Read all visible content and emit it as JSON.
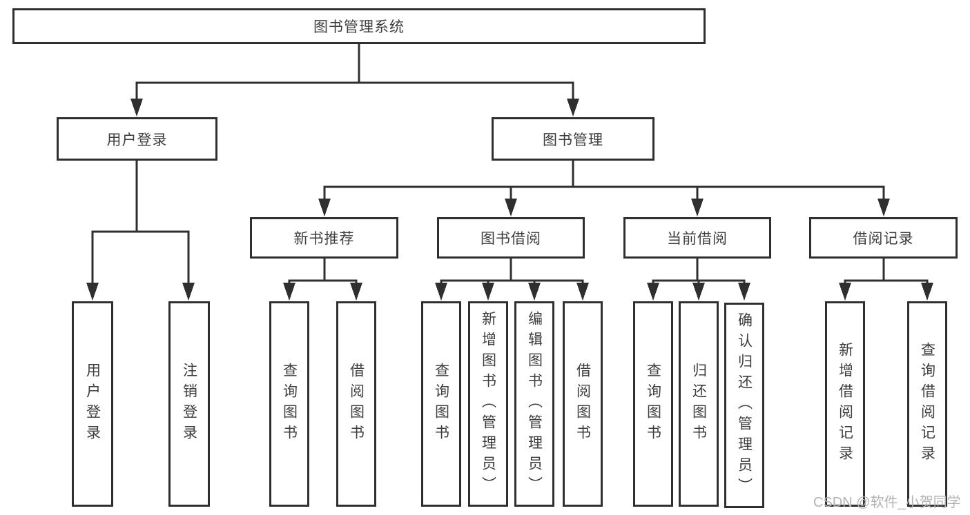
{
  "watermark": "CSDN @软件_小贺同学",
  "colors": {
    "line": "#2f2f2f",
    "box_border": "#2f2f2f",
    "text": "#3d3d3d",
    "watermark": "#b3b3b3",
    "background": "#ffffff"
  },
  "diagram": {
    "root": "图书管理系统",
    "branches": {
      "user_login": {
        "label": "用户登录",
        "children": {
          "login": "用户登录",
          "logout": "注销登录"
        }
      },
      "book_management": {
        "label": "图书管理",
        "sections": {
          "new_book_recommend": {
            "label": "新书推荐",
            "children": {
              "query_book": "查询图书",
              "borrow_book": "借阅图书"
            }
          },
          "book_borrowing": {
            "label": "图书借阅",
            "children": {
              "query_book": "查询图书",
              "add_book_admin": "新增图书（管理员）",
              "edit_book_admin": "编辑图书（管理员）",
              "borrow_book": "借阅图书"
            }
          },
          "current_borrowing": {
            "label": "当前借阅",
            "children": {
              "query_book": "查询图书",
              "return_book": "归还图书",
              "confirm_return_admin": "确认归还（管理员）"
            }
          },
          "borrowing_records": {
            "label": "借阅记录",
            "children": {
              "add_borrow_record": "新增借阅记录",
              "query_borrow_record": "查询借阅记录"
            }
          }
        }
      }
    }
  }
}
